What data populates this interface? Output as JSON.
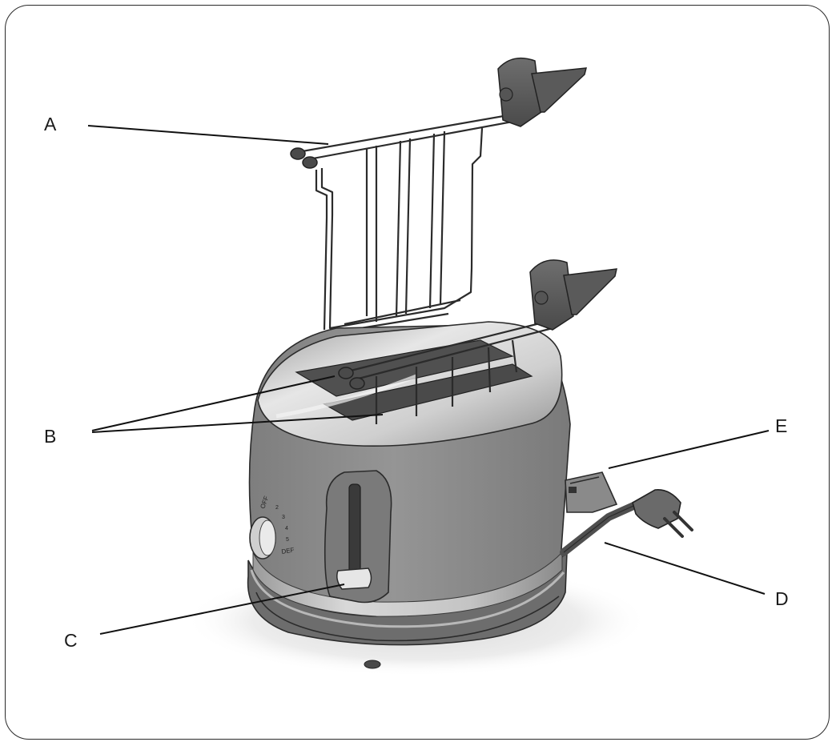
{
  "labels": {
    "a": "A",
    "b": "B",
    "c": "C",
    "d": "D",
    "e": "E"
  },
  "dial": {
    "top": "OFF",
    "marks": [
      "2",
      "3",
      "4",
      "5"
    ],
    "bottom": "DEF"
  }
}
